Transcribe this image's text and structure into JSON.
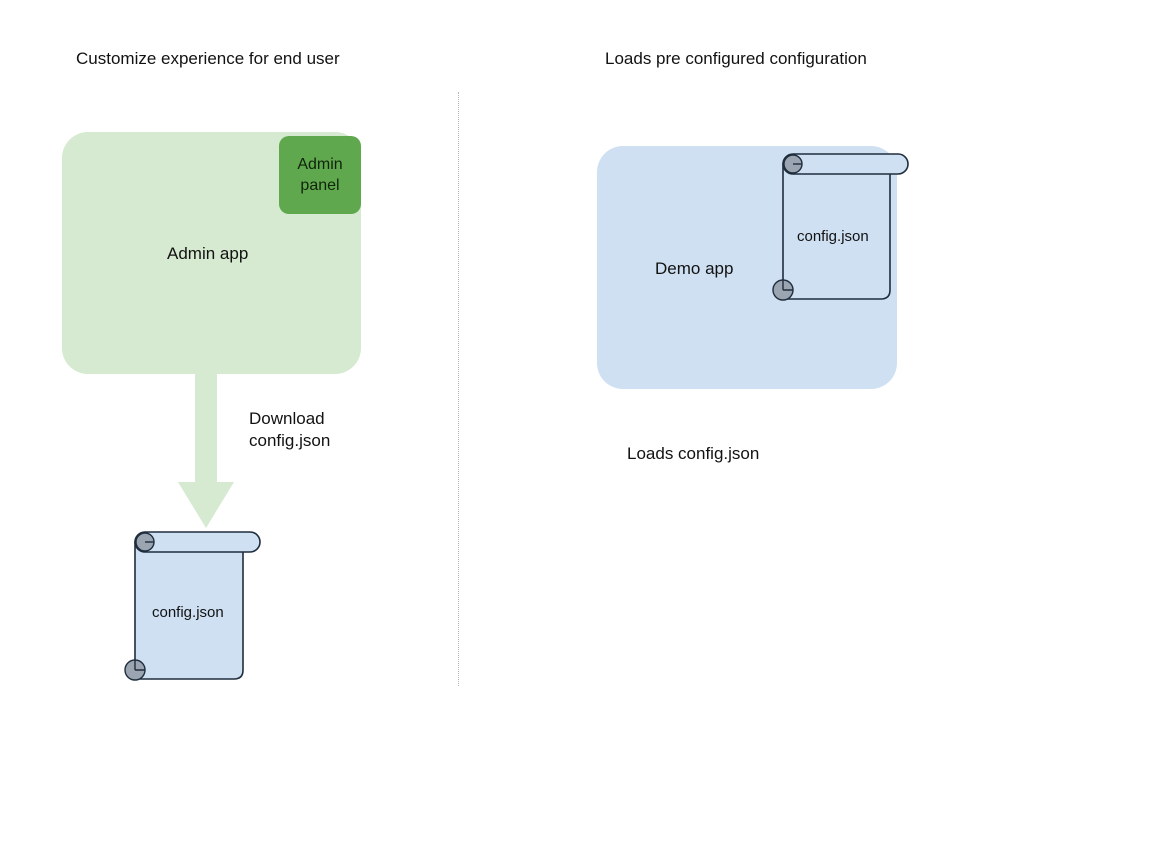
{
  "diagram": {
    "background_color": "#ffffff",
    "divider": {
      "style": "dotted",
      "color": "#b8b8b8"
    },
    "left_column": {
      "title": "Customize experience for end user",
      "app": {
        "label": "Admin app",
        "fill_color": "#d5ead0"
      },
      "panel": {
        "label": "Admin panel",
        "fill_color": "#60a84e"
      },
      "arrow": {
        "caption_line1": "Download",
        "caption_line2": "config.json",
        "color": "#d5ead0",
        "direction": "down"
      },
      "document": {
        "label": "config.json",
        "fill_color": "#cfe0f3",
        "stroke_color": "#1f2d3d",
        "curl_color": "#9aa5b1"
      }
    },
    "right_column": {
      "title": "Loads pre configured configuration",
      "app": {
        "label": "Demo app",
        "fill_color": "#cfe0f3"
      },
      "document": {
        "label": "config.json",
        "fill_color": "#cfe0f3",
        "stroke_color": "#1f2d3d",
        "curl_color": "#9aa5b1"
      },
      "caption": "Loads config.json"
    }
  }
}
